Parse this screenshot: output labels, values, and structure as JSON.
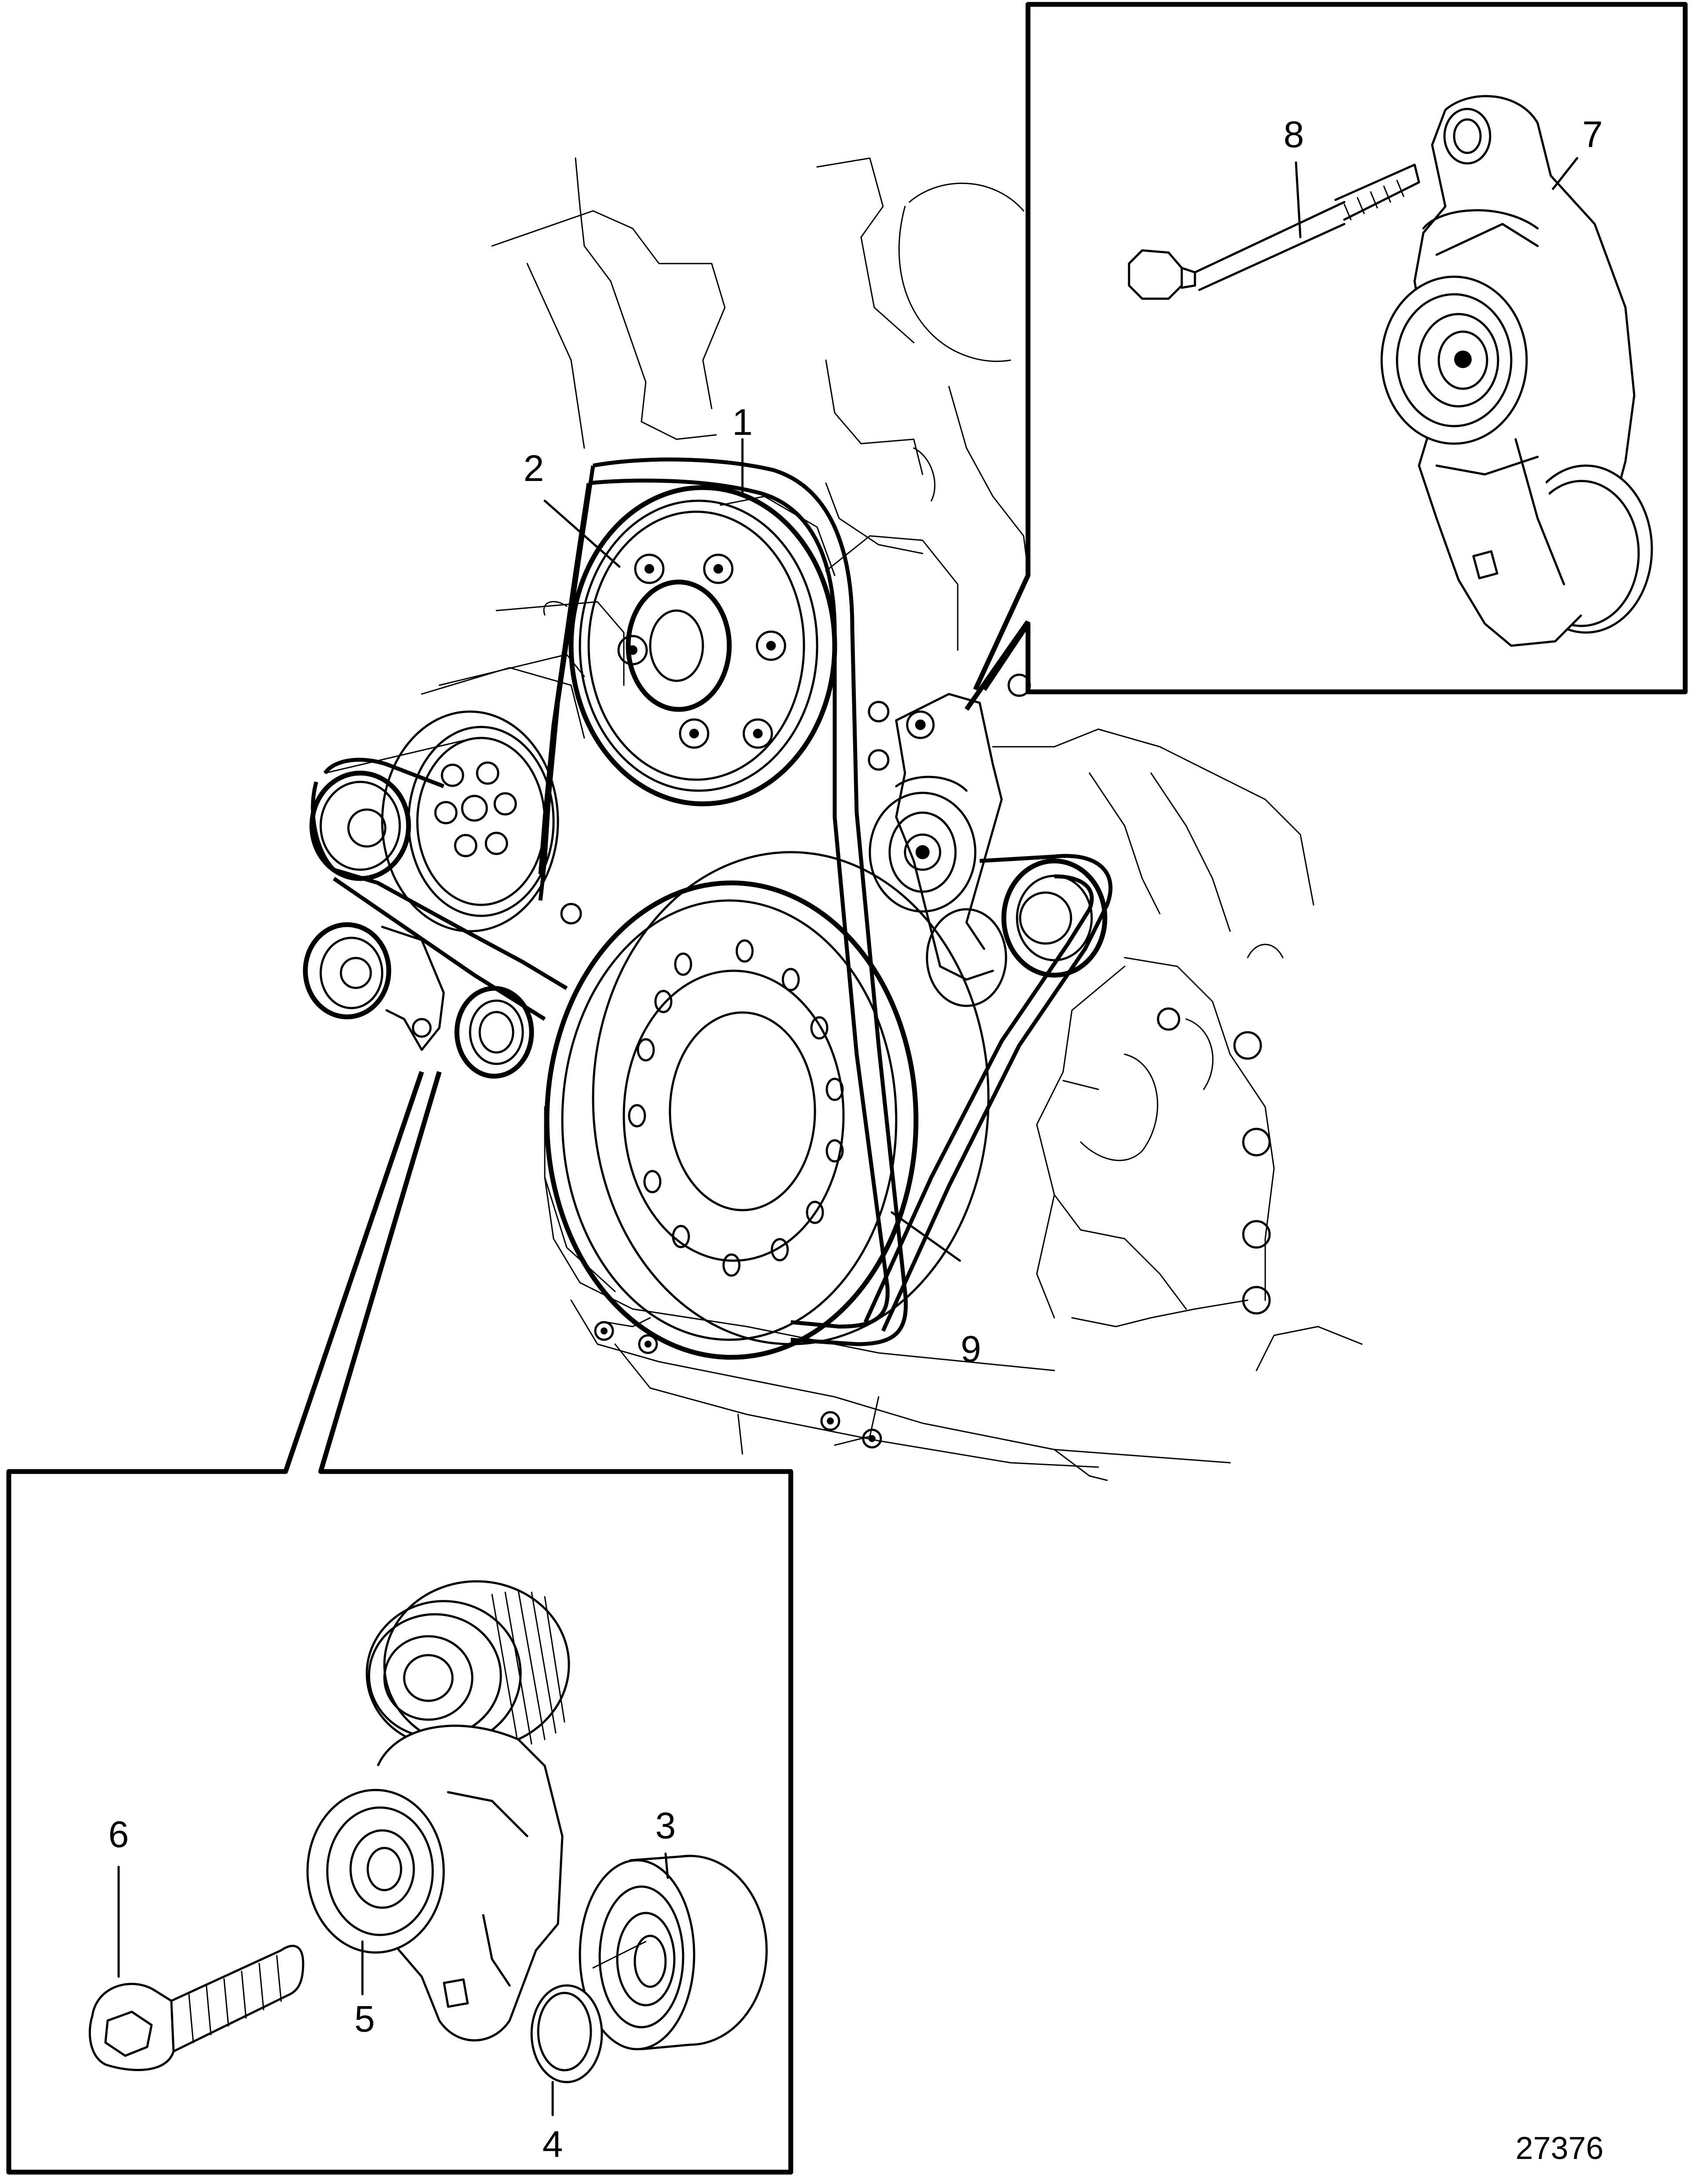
{
  "diagram": {
    "callouts": {
      "c1": "1",
      "c2": "2",
      "c3": "3",
      "c4": "4",
      "c5": "5",
      "c6": "6",
      "c7": "7",
      "c8": "8",
      "c9": "9"
    },
    "figure_number": "27376"
  }
}
